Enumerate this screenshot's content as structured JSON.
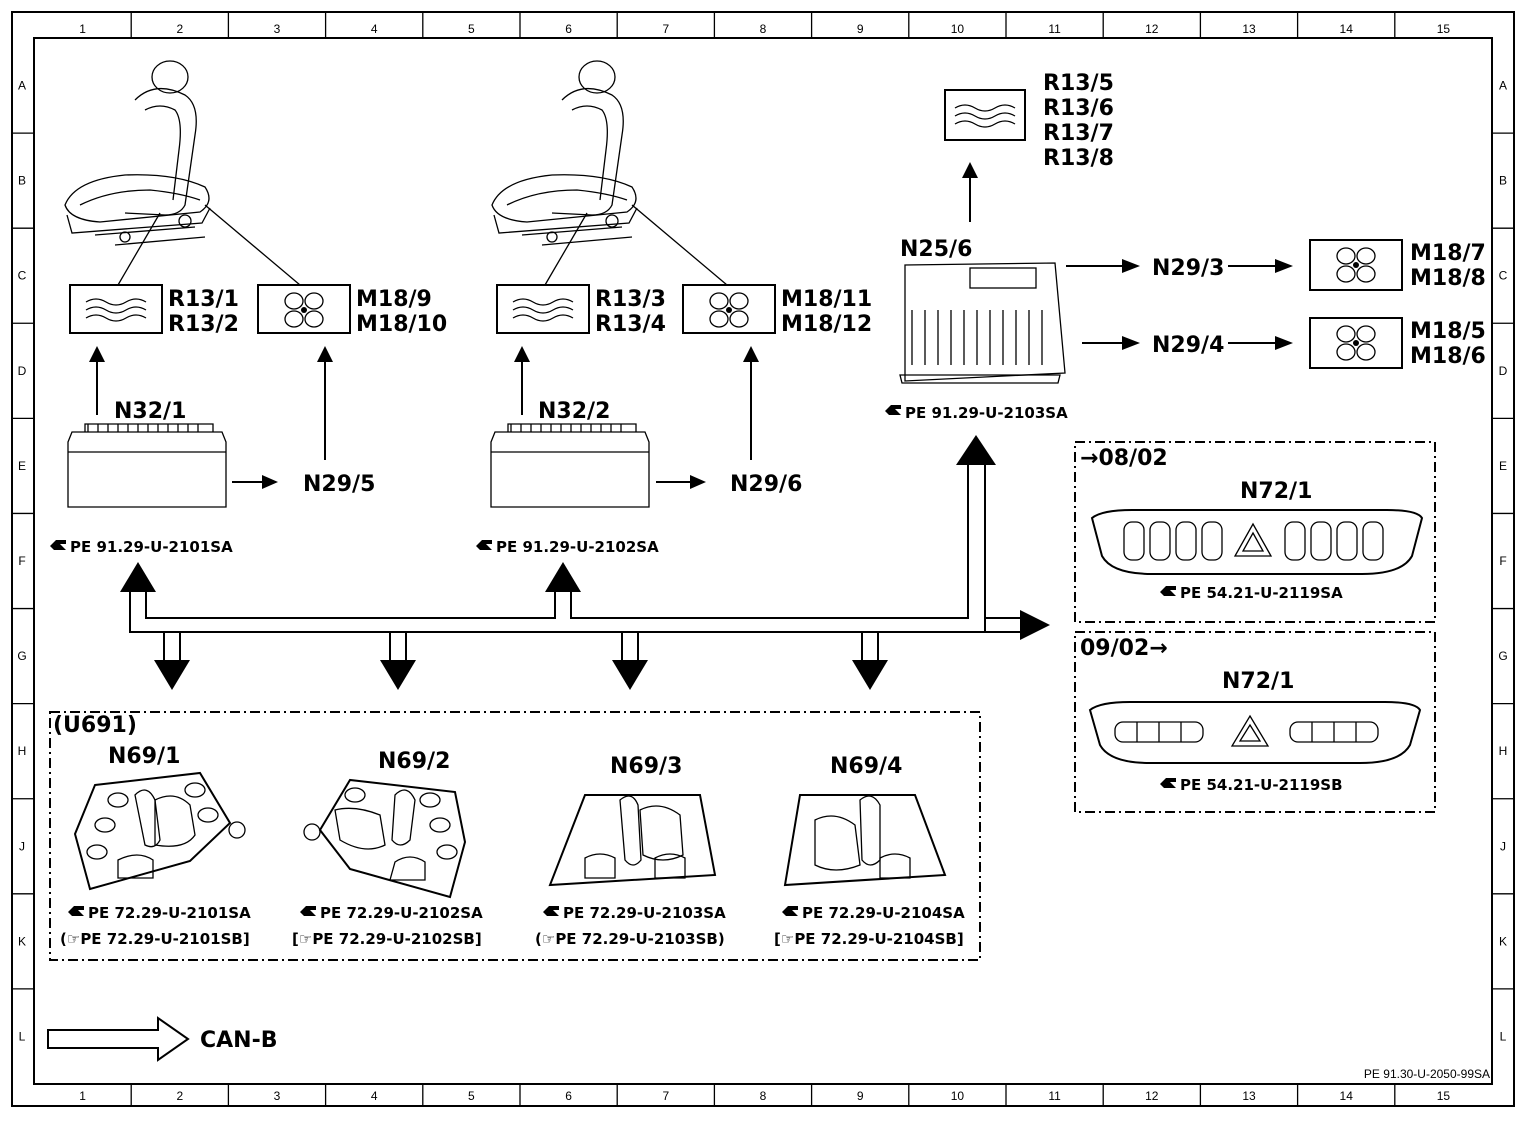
{
  "grid": {
    "columns": [
      "1",
      "2",
      "3",
      "4",
      "5",
      "6",
      "7",
      "8",
      "9",
      "10",
      "11",
      "12",
      "13",
      "14",
      "15"
    ],
    "rows": [
      "A",
      "B",
      "C",
      "D",
      "E",
      "F",
      "G",
      "H",
      "J",
      "K",
      "L"
    ]
  },
  "seat_left": {
    "control_unit": "N32/1",
    "ref": "PE  91.29-U-2101SA",
    "heater_labels": [
      "R13/1",
      "R13/2"
    ],
    "fan_labels": [
      "M18/9",
      "M18/10"
    ],
    "output": "N29/5"
  },
  "seat_right": {
    "control_unit": "N32/2",
    "ref": "PE  91.29-U-2102SA",
    "heater_labels": [
      "R13/3",
      "R13/4"
    ],
    "fan_labels": [
      "M18/11",
      "M18/12"
    ],
    "output": "N29/6"
  },
  "rear": {
    "control_unit": "N25/6",
    "ref": "PE  91.29-U-2103SA",
    "heater_labels": [
      "R13/5",
      "R13/6",
      "R13/7",
      "R13/8"
    ],
    "out_upper": "N29/3",
    "fan_upper": [
      "M18/7",
      "M18/8"
    ],
    "out_lower": "N29/4",
    "fan_lower": [
      "M18/5",
      "M18/6"
    ]
  },
  "switch_panels": [
    {
      "date": "08/02",
      "unit": "N72/1",
      "ref": "PE  54.21-U-2119SA"
    },
    {
      "date": "09/02",
      "unit": "N72/1",
      "ref": "PE  54.21-U-2119SB"
    }
  ],
  "switch_group": {
    "code": "(U691)",
    "units": [
      {
        "name": "N69/1",
        "ref_a": "PE  72.29-U-2101SA",
        "ref_b": "PE  72.29-U-2101SB"
      },
      {
        "name": "N69/2",
        "ref_a": "PE  72.29-U-2102SA",
        "ref_b": "PE  72.29-U-2102SB"
      },
      {
        "name": "N69/3",
        "ref_a": "PE  72.29-U-2103SA",
        "ref_b": "PE  72.29-U-2103SB"
      },
      {
        "name": "N69/4",
        "ref_a": "PE  72.29-U-2104SA",
        "ref_b": "PE  72.29-U-2104SB"
      }
    ]
  },
  "legend": {
    "label": "CAN-B"
  },
  "footer_ref": "PE 91.30-U-2050-99SA"
}
